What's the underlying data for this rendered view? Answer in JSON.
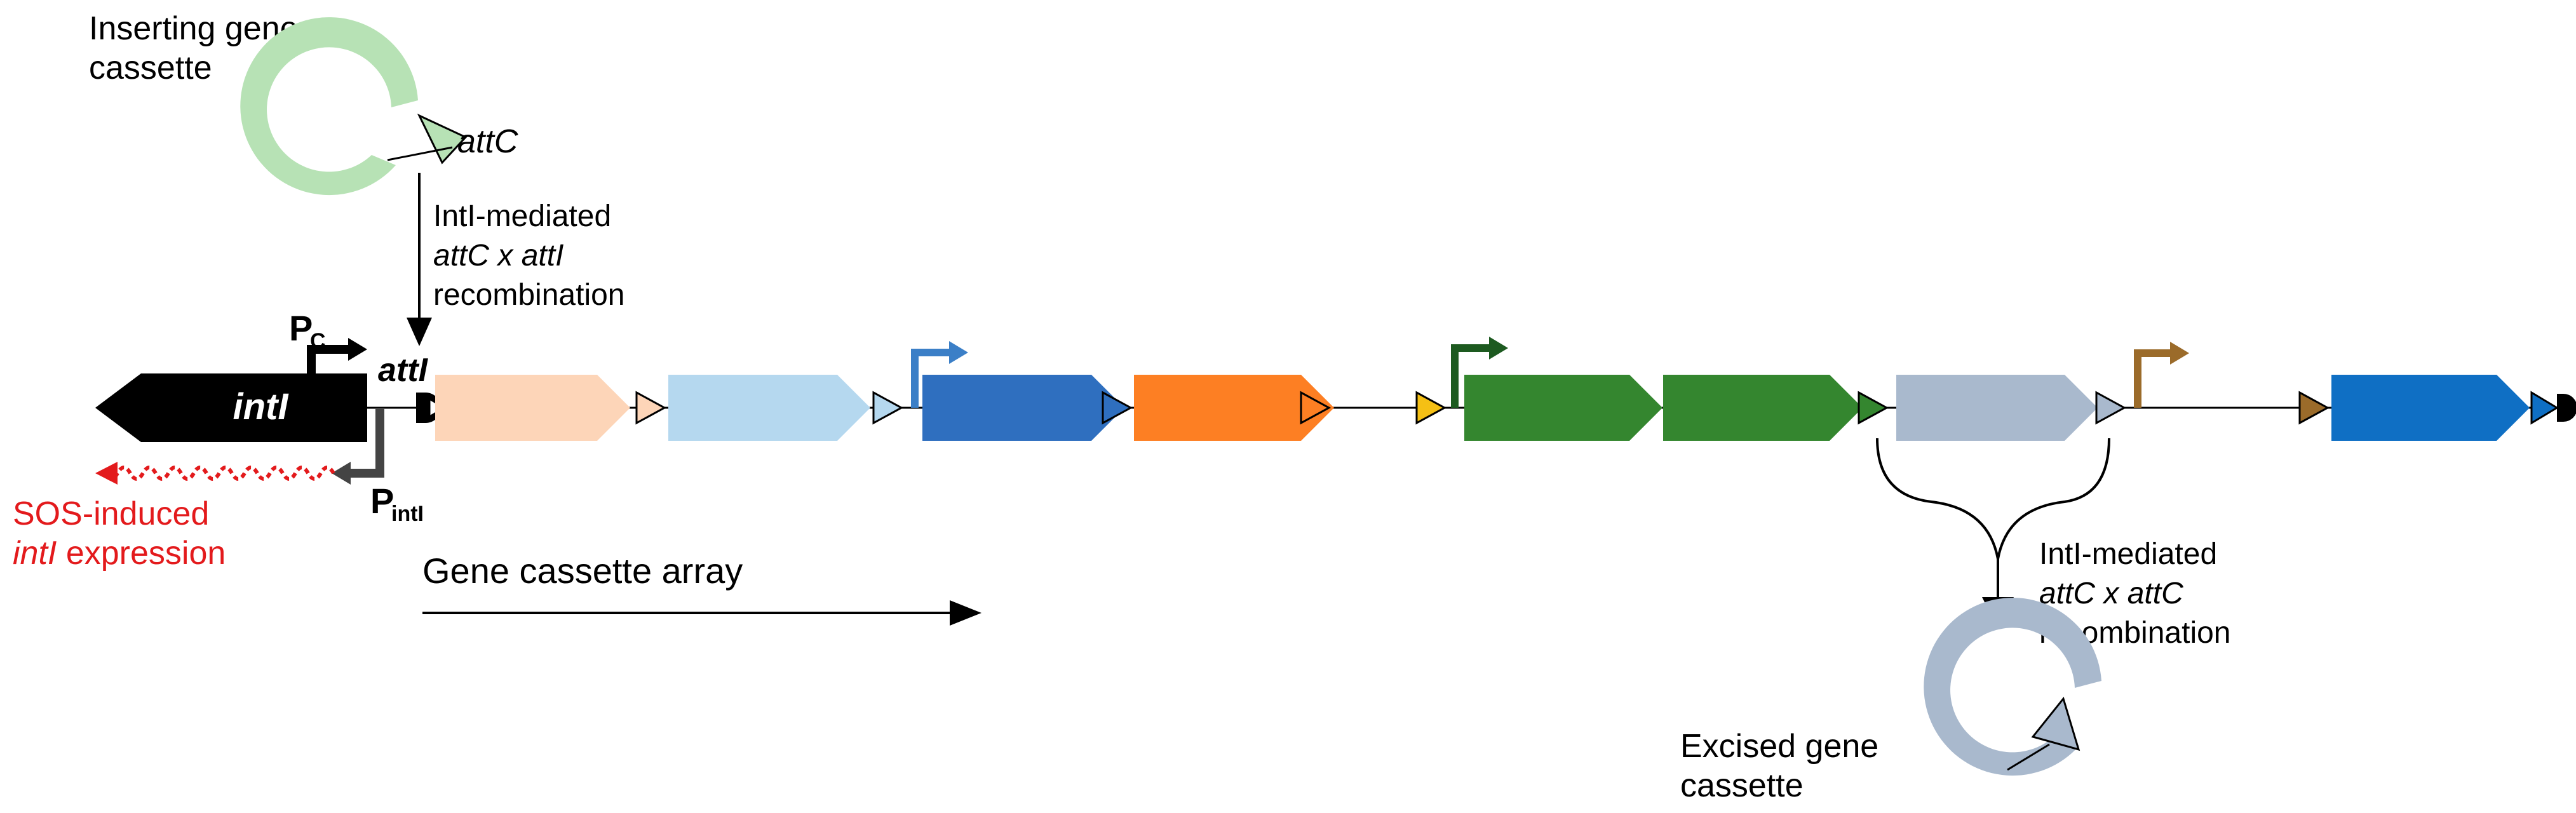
{
  "labels": {
    "inserting_line1": "Inserting gene",
    "inserting_line2": "cassette",
    "attc": "attC",
    "insert_line1": "IntI-mediated",
    "insert_line2": "attC x attI",
    "insert_line3": "recombination",
    "pc_main": "P",
    "pc_sub": "C",
    "atti": "attI",
    "inti_gene": "intI",
    "pinti_main": "P",
    "pinti_sub": "intI",
    "sos_line1": "SOS-induced",
    "sos_line2_italic": "intI",
    "sos_line2_rest": " expression",
    "array_label": "Gene cassette array",
    "excise_line1": "IntI-mediated",
    "excise_line2": "attC x attC",
    "excise_line3": "recombination",
    "excised_line1": "Excised gene",
    "excised_line2": "cassette"
  },
  "colors": {
    "inti": "#000000",
    "sos": "#e31a1c",
    "promoter_pc": "#000000",
    "promoter_pinti": "#444444",
    "cassette_inserting": "#b7e2b5",
    "cassette_peach": "#fdd5b8",
    "cassette_lightblue": "#b5d8ef",
    "cassette_blue": "#2f6fbf",
    "cassette_orange": "#fd7f23",
    "cassette_yellow": "#f5c014",
    "cassette_green": "#34862f",
    "cassette_grey": "#a9b9cd",
    "cassette_brown": "#9b6b2a",
    "cassette_lastblue": "#0f6fc4",
    "promoter_blue": "#3b7fc7",
    "promoter_darkgreen": "#1d5a20",
    "promoter_brown": "#9b6b2a"
  }
}
